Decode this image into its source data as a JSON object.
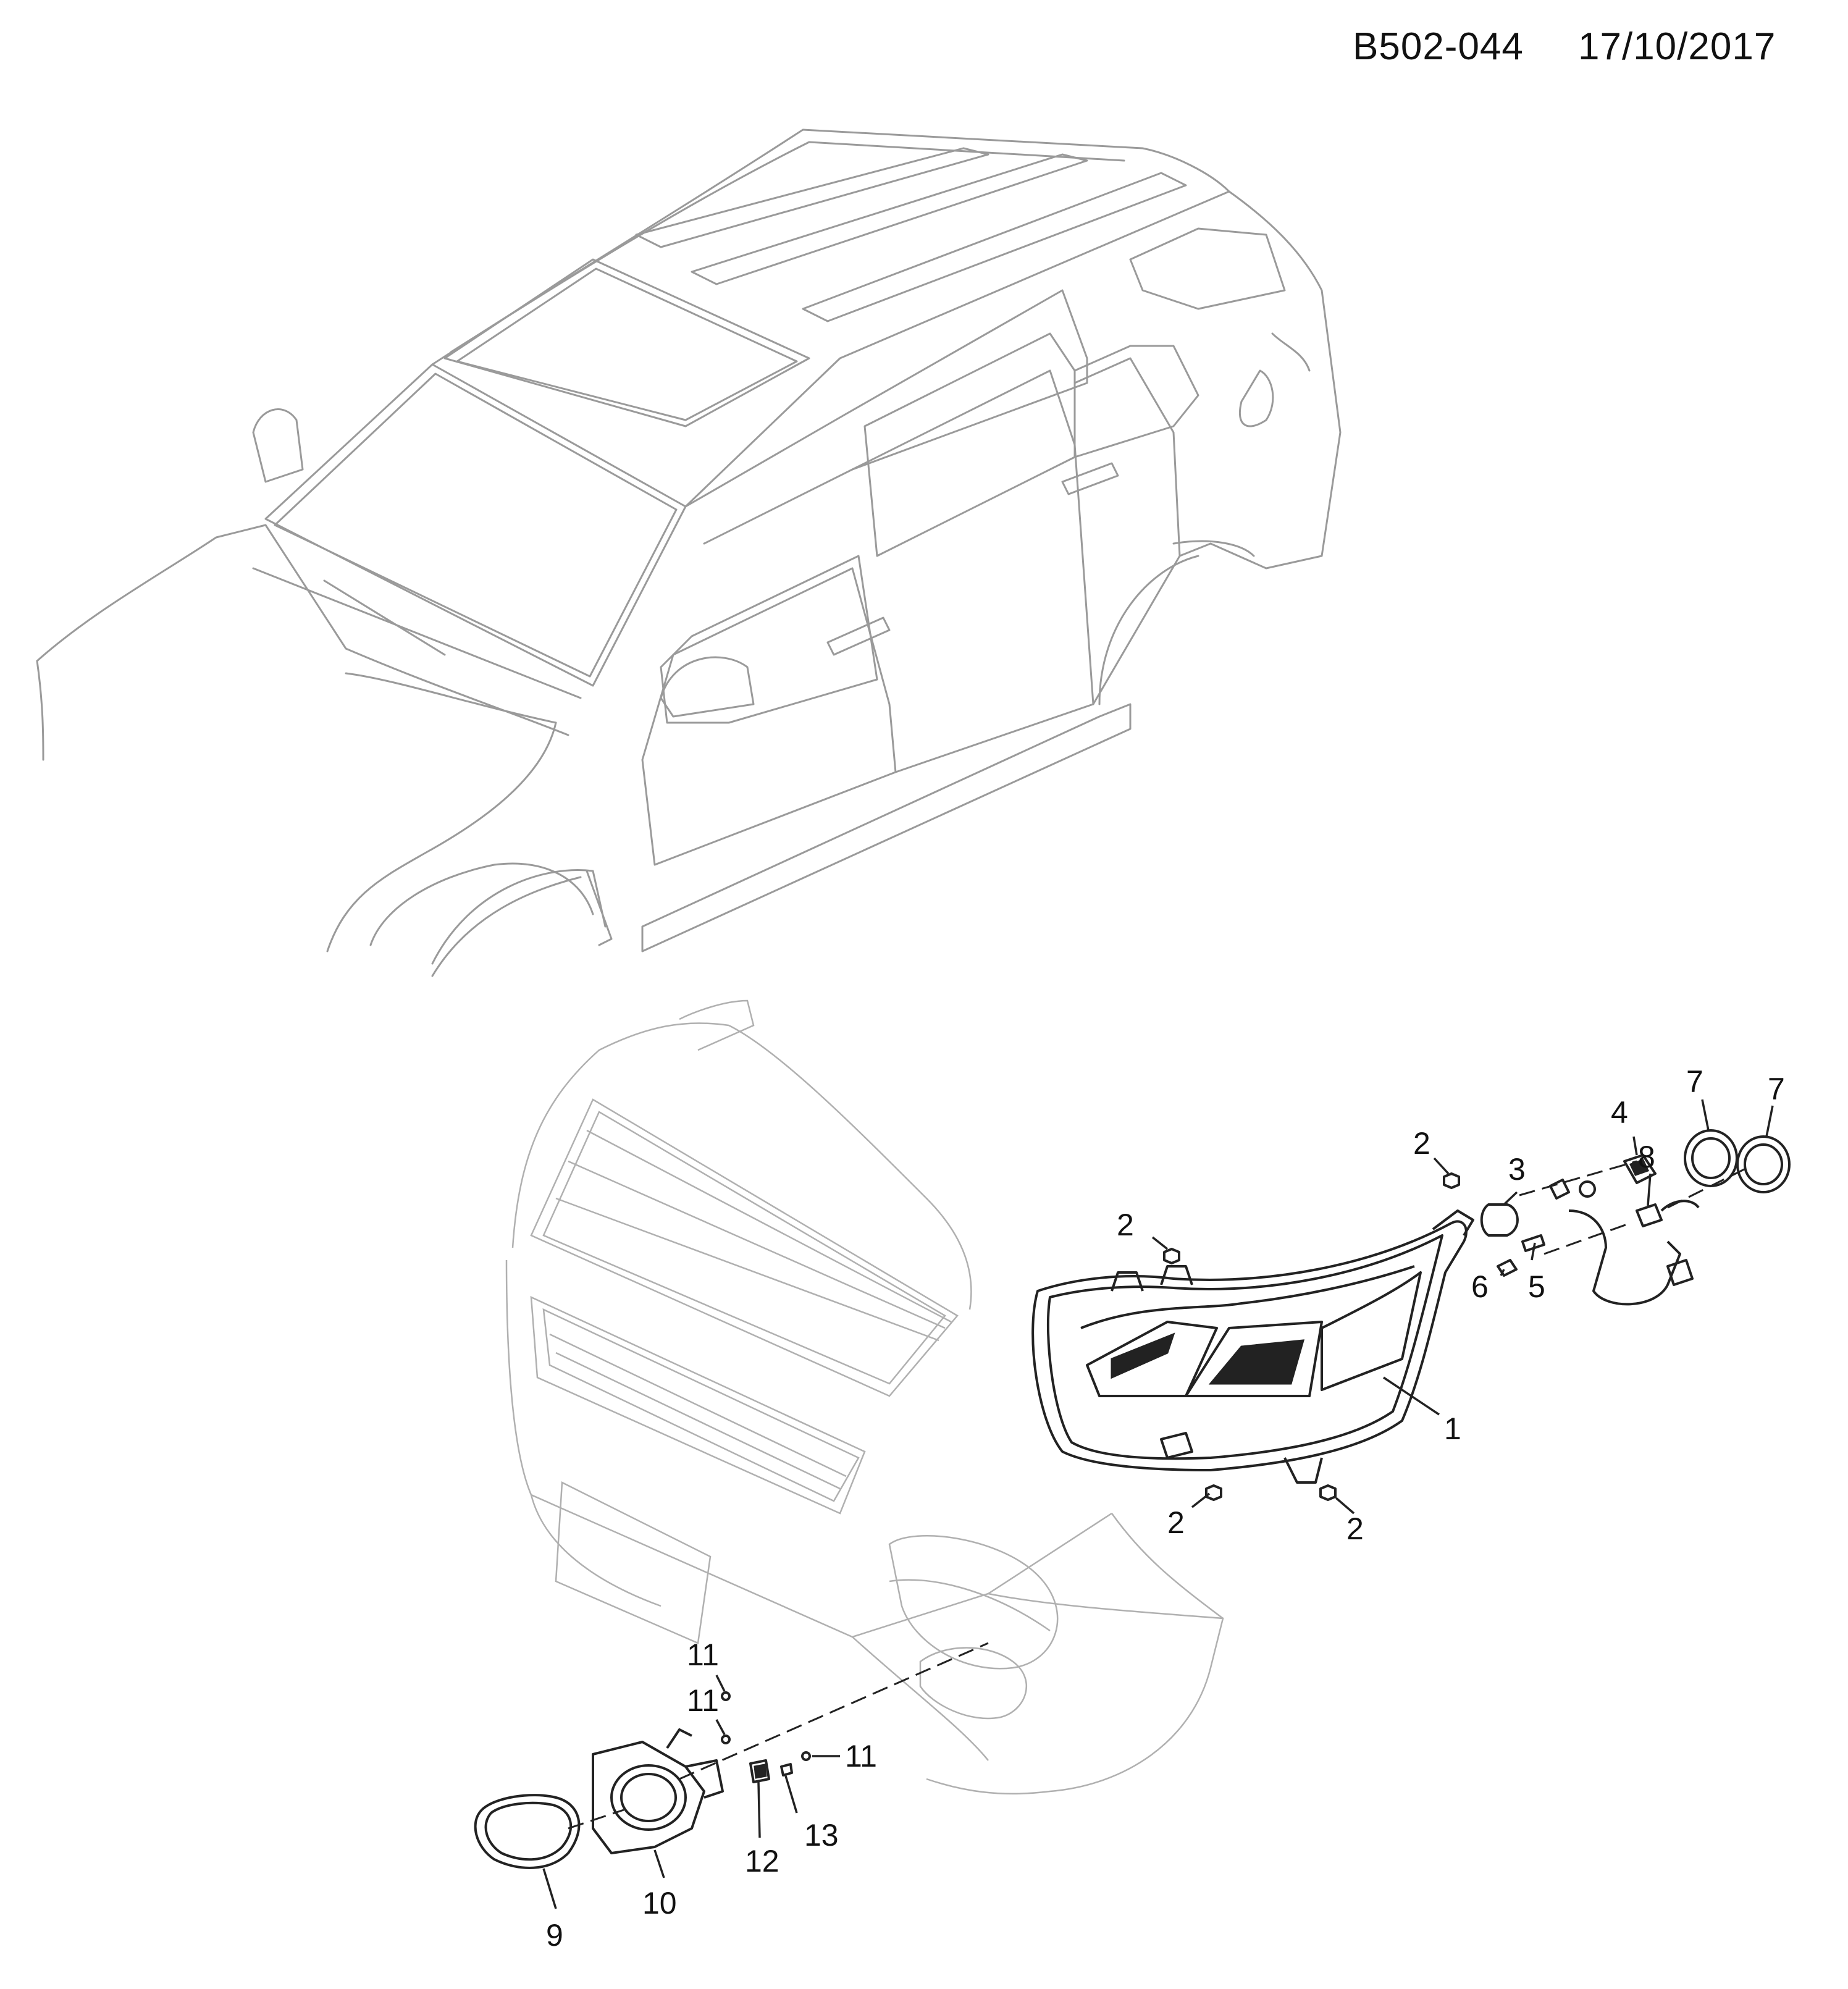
{
  "header": {
    "diagram_code": "B502-044",
    "date": "17/10/2017"
  },
  "callouts": [
    {
      "id": "c1",
      "text": "1"
    },
    {
      "id": "c2a",
      "text": "2"
    },
    {
      "id": "c2b",
      "text": "2"
    },
    {
      "id": "c2c",
      "text": "2"
    },
    {
      "id": "c2d",
      "text": "2"
    },
    {
      "id": "c3",
      "text": "3"
    },
    {
      "id": "c4",
      "text": "4"
    },
    {
      "id": "c5",
      "text": "5"
    },
    {
      "id": "c6",
      "text": "6"
    },
    {
      "id": "c7a",
      "text": "7"
    },
    {
      "id": "c7b",
      "text": "7"
    },
    {
      "id": "c8",
      "text": "8"
    },
    {
      "id": "c9",
      "text": "9"
    },
    {
      "id": "c10",
      "text": "10"
    },
    {
      "id": "c11a",
      "text": "11"
    },
    {
      "id": "c11b",
      "text": "11"
    },
    {
      "id": "c11c",
      "text": "11"
    },
    {
      "id": "c12",
      "text": "12"
    },
    {
      "id": "c13",
      "text": "13"
    }
  ]
}
